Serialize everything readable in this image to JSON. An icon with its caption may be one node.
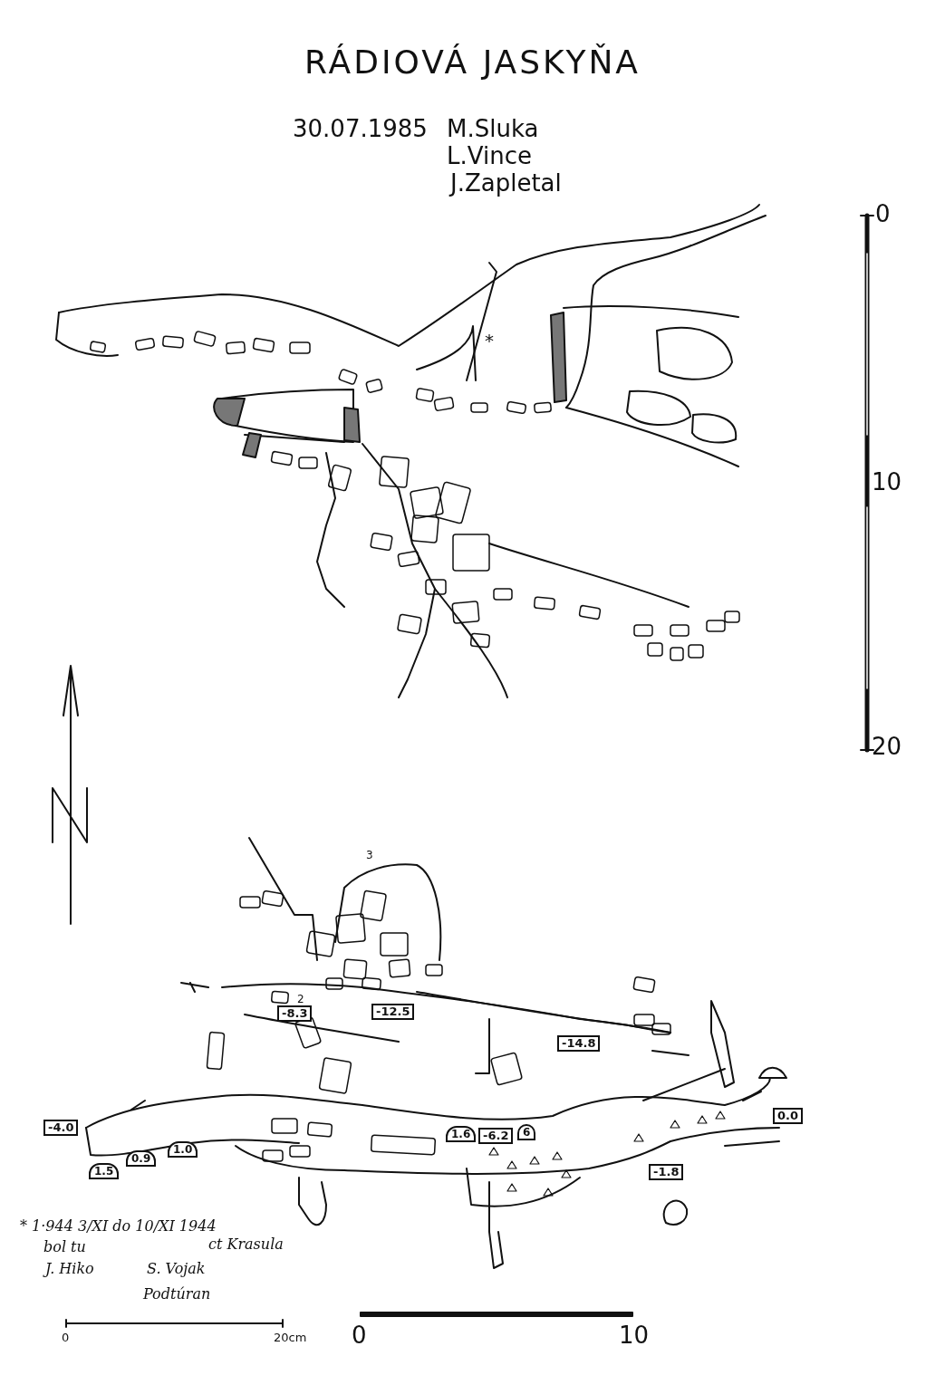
{
  "diagram": {
    "title": "RÁDIOVÁ JASKYŇA",
    "labels": [
      "30.07.1985",
      "M.Sluka",
      "L.Vince",
      "J.Zapletal",
      "0",
      "10",
      "20",
      "*",
      "3",
      "2",
      "-8.3",
      "-12.5",
      "-14.8",
      "-4.0",
      "1.6",
      "-6.2",
      "6",
      "0.0",
      "1.5",
      "0.9",
      "1.0",
      "-1.8",
      "* 1·944 3/XI do 10/XI 1944",
      "bol tu",
      "ct Krasula",
      "J. Hiko",
      "S. Vojak",
      "Podtúran",
      "0",
      "20cm",
      "0",
      "10"
    ]
  }
}
